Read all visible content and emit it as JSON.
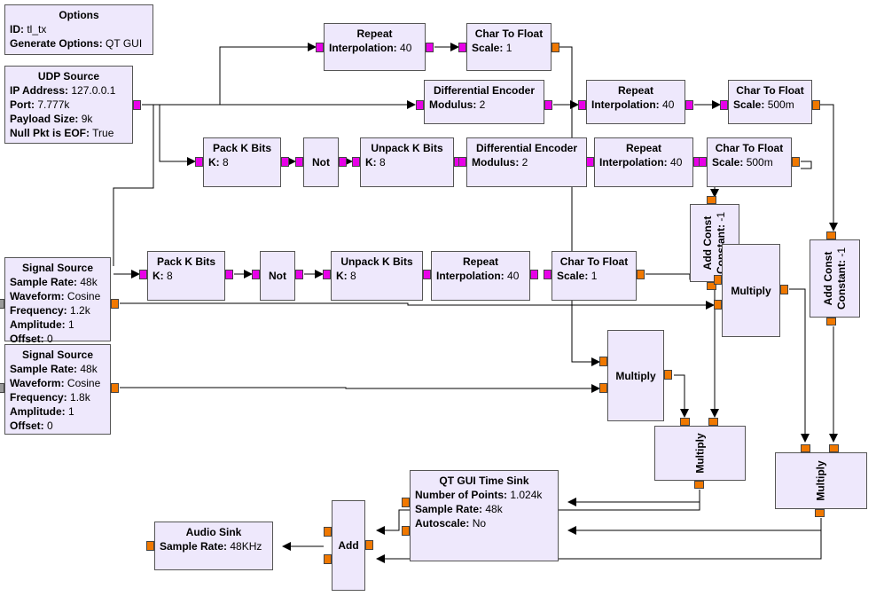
{
  "colors": {
    "block_fill": "#eee8fc",
    "byte_port": "#e800e8",
    "float_port": "#f07800"
  },
  "blocks": {
    "options": {
      "title": "Options",
      "params": [
        {
          "k": "ID:",
          "v": "tl_tx"
        },
        {
          "k": "Generate Options:",
          "v": "QT GUI"
        }
      ]
    },
    "udp_source": {
      "title": "UDP Source",
      "params": [
        {
          "k": "IP Address:",
          "v": "127.0.0.1"
        },
        {
          "k": "Port:",
          "v": "7.777k"
        },
        {
          "k": "Payload Size:",
          "v": "9k"
        },
        {
          "k": "Null Pkt is EOF:",
          "v": "True"
        }
      ]
    },
    "repeat1": {
      "title": "Repeat",
      "params": [
        {
          "k": "Interpolation:",
          "v": "40"
        }
      ]
    },
    "char_to_float1": {
      "title": "Char To Float",
      "params": [
        {
          "k": "Scale:",
          "v": "1"
        }
      ]
    },
    "diff_enc1": {
      "title": "Differential Encoder",
      "params": [
        {
          "k": "Modulus:",
          "v": "2"
        }
      ]
    },
    "repeat2": {
      "title": "Repeat",
      "params": [
        {
          "k": "Interpolation:",
          "v": "40"
        }
      ]
    },
    "char_to_float2": {
      "title": "Char To Float",
      "params": [
        {
          "k": "Scale:",
          "v": "500m"
        }
      ]
    },
    "pack1": {
      "title": "Pack K Bits",
      "params": [
        {
          "k": "K:",
          "v": "8"
        }
      ]
    },
    "not1": {
      "title": "Not"
    },
    "unpack1": {
      "title": "Unpack K Bits",
      "params": [
        {
          "k": "K:",
          "v": "8"
        }
      ]
    },
    "diff_enc2": {
      "title": "Differential Encoder",
      "params": [
        {
          "k": "Modulus:",
          "v": "2"
        }
      ]
    },
    "repeat3": {
      "title": "Repeat",
      "params": [
        {
          "k": "Interpolation:",
          "v": "40"
        }
      ]
    },
    "char_to_float3": {
      "title": "Char To Float",
      "params": [
        {
          "k": "Scale:",
          "v": "500m"
        }
      ]
    },
    "add_const1": {
      "title": "Add Const",
      "params": [
        {
          "k": "Constant:",
          "v": "-1"
        }
      ]
    },
    "multiply1": {
      "title": "Multiply"
    },
    "add_const2": {
      "title": "Add Const",
      "params": [
        {
          "k": "Constant:",
          "v": "-1"
        }
      ]
    },
    "signal_source1": {
      "title": "Signal Source",
      "params": [
        {
          "k": "Sample Rate:",
          "v": "48k"
        },
        {
          "k": "Waveform:",
          "v": "Cosine"
        },
        {
          "k": "Frequency:",
          "v": "1.2k"
        },
        {
          "k": "Amplitude:",
          "v": "1"
        },
        {
          "k": "Offset:",
          "v": "0"
        }
      ]
    },
    "pack2": {
      "title": "Pack K Bits",
      "params": [
        {
          "k": "K:",
          "v": "8"
        }
      ]
    },
    "not2": {
      "title": "Not"
    },
    "unpack2": {
      "title": "Unpack K Bits",
      "params": [
        {
          "k": "K:",
          "v": "8"
        }
      ]
    },
    "repeat4": {
      "title": "Repeat",
      "params": [
        {
          "k": "Interpolation:",
          "v": "40"
        }
      ]
    },
    "char_to_float4": {
      "title": "Char To Float",
      "params": [
        {
          "k": "Scale:",
          "v": "1"
        }
      ]
    },
    "signal_source2": {
      "title": "Signal Source",
      "params": [
        {
          "k": "Sample Rate:",
          "v": "48k"
        },
        {
          "k": "Waveform:",
          "v": "Cosine"
        },
        {
          "k": "Frequency:",
          "v": "1.8k"
        },
        {
          "k": "Amplitude:",
          "v": "1"
        },
        {
          "k": "Offset:",
          "v": "0"
        }
      ]
    },
    "multiply2": {
      "title": "Multiply"
    },
    "multiply3": {
      "title": "Multiply"
    },
    "multiply4": {
      "title": "Multiply"
    },
    "qt_time_sink": {
      "title": "QT GUI Time Sink",
      "params": [
        {
          "k": "Number of Points:",
          "v": "1.024k"
        },
        {
          "k": "Sample Rate:",
          "v": "48k"
        },
        {
          "k": "Autoscale:",
          "v": "No"
        }
      ]
    },
    "add": {
      "title": "Add"
    },
    "audio_sink": {
      "title": "Audio Sink",
      "params": [
        {
          "k": "Sample Rate:",
          "v": "48KHz"
        }
      ]
    }
  }
}
